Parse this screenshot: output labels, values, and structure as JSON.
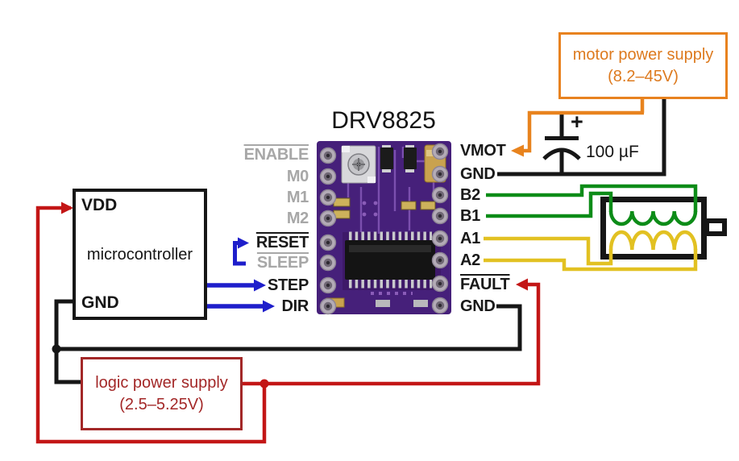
{
  "driver_board": {
    "title": "DRV8825",
    "left_pins": [
      {
        "label": "ENABLE",
        "overline": true,
        "active": false
      },
      {
        "label": "M0",
        "overline": false,
        "active": false
      },
      {
        "label": "M1",
        "overline": false,
        "active": false
      },
      {
        "label": "M2",
        "overline": false,
        "active": false
      },
      {
        "label": "RESET",
        "overline": true,
        "active": true
      },
      {
        "label": "SLEEP",
        "overline": true,
        "active": false
      },
      {
        "label": "STEP",
        "overline": false,
        "active": true
      },
      {
        "label": "DIR",
        "overline": false,
        "active": true
      }
    ],
    "right_pins": [
      {
        "label": "VMOT",
        "overline": false
      },
      {
        "label": "GND",
        "overline": false
      },
      {
        "label": "B2",
        "overline": false
      },
      {
        "label": "B1",
        "overline": false
      },
      {
        "label": "A1",
        "overline": false
      },
      {
        "label": "A2",
        "overline": false
      },
      {
        "label": "FAULT",
        "overline": true
      },
      {
        "label": "GND",
        "overline": false
      }
    ]
  },
  "microcontroller": {
    "pin_top": "VDD",
    "label": "microcontroller",
    "pin_bottom": "GND"
  },
  "motor_power_supply": {
    "line1": "motor power supply",
    "line2": "(8.2–45V)"
  },
  "logic_power_supply": {
    "line1": "logic power supply",
    "line2": "(2.5–5.25V)"
  },
  "capacitor": {
    "polarity_mark": "+",
    "value": "100 µF"
  },
  "colors": {
    "wire_black": "#161616",
    "wire_red": "#c31616",
    "wire_blue": "#1e1ecb",
    "wire_green": "#0d8c18",
    "wire_yellow": "#e2c122",
    "wire_orange": "#e8831e",
    "motor_supply_box": "#e8821f",
    "logic_supply_box": "#a32828",
    "disabled_pin_gray": "#a7a7a7",
    "board_purple": "#46207a"
  }
}
